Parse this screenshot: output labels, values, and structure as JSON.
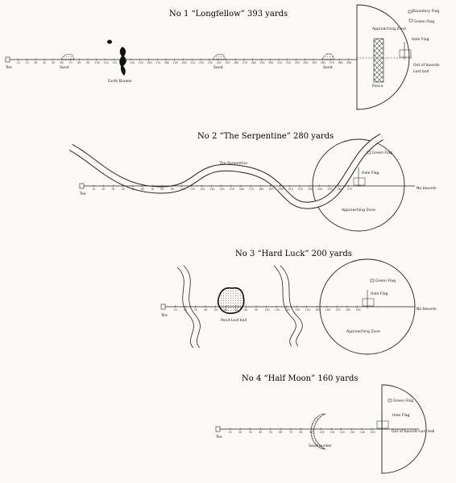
{
  "holes": [
    {
      "title": "No 1  “Longfellow” 393 yards",
      "labels": {
        "tee": "Tee",
        "sand1": "Sand",
        "bunker": "Earth Bunker",
        "sand2": "Sand",
        "sand3": "Sand",
        "approach": "Approaching Zone",
        "boundary_flag": "Boundary Flag",
        "green_flag": "Green Flag",
        "hole_flag": "Hole Flag",
        "fence": "Fence",
        "out_of_bounds": "Out of bounds",
        "lost_ball": "Lost ball"
      },
      "ticks": [
        "10",
        "20",
        "30",
        "40",
        "50",
        "60",
        "70",
        "80",
        "90",
        "100",
        "110",
        "120",
        "130",
        "140",
        "150",
        "160",
        "170",
        "180",
        "190",
        "200",
        "210",
        "220",
        "230",
        "240",
        "250",
        "260",
        "270",
        "280",
        "290",
        "300",
        "310",
        "320",
        "330",
        "340",
        "350",
        "360",
        "370",
        "380",
        "390"
      ]
    },
    {
      "title": "No 2 “The Serpentine” 280 yards",
      "labels": {
        "tee": "Tee",
        "serpentine": "The Serpentine",
        "green_flag": "Green Flag",
        "hole_flag": "Hole Flag",
        "no_bounds": "No bounds",
        "approach": "Approaching Zone"
      },
      "ticks": [
        "10",
        "20",
        "30",
        "40",
        "50",
        "60",
        "70",
        "80",
        "90",
        "100",
        "110",
        "120",
        "130",
        "140",
        "150",
        "160",
        "170",
        "180",
        "190",
        "200",
        "210",
        "220",
        "230",
        "240",
        "250",
        "260",
        "270"
      ]
    },
    {
      "title": "No 3 “Hard Luck” 200 yards",
      "labels": {
        "tee": "Tee",
        "pond": "Pond-Lost ball",
        "green_flag": "Green Flag",
        "hole_flag": "Hole Flag",
        "no_bounds": "No bounds",
        "approach": "Approaching Zone"
      },
      "ticks": [
        "10",
        "20",
        "30",
        "40",
        "50",
        "60",
        "70",
        "80",
        "90",
        "100",
        "110",
        "120",
        "130",
        "140",
        "150",
        "160",
        "170",
        "180",
        "190"
      ]
    },
    {
      "title": "No 4 “Half Moon” 160 yards",
      "labels": {
        "tee": "Tee",
        "sand_bunker": "Sand bunker",
        "green_flag": "Green Flag",
        "hole_flag": "Hole Flag",
        "out_of_bounds": "Out of bounds-Lost ball"
      },
      "ticks": [
        "10",
        "20",
        "30",
        "40",
        "50",
        "60",
        "70",
        "80",
        "90",
        "100",
        "110",
        "120",
        "130",
        "140",
        "150"
      ]
    }
  ]
}
